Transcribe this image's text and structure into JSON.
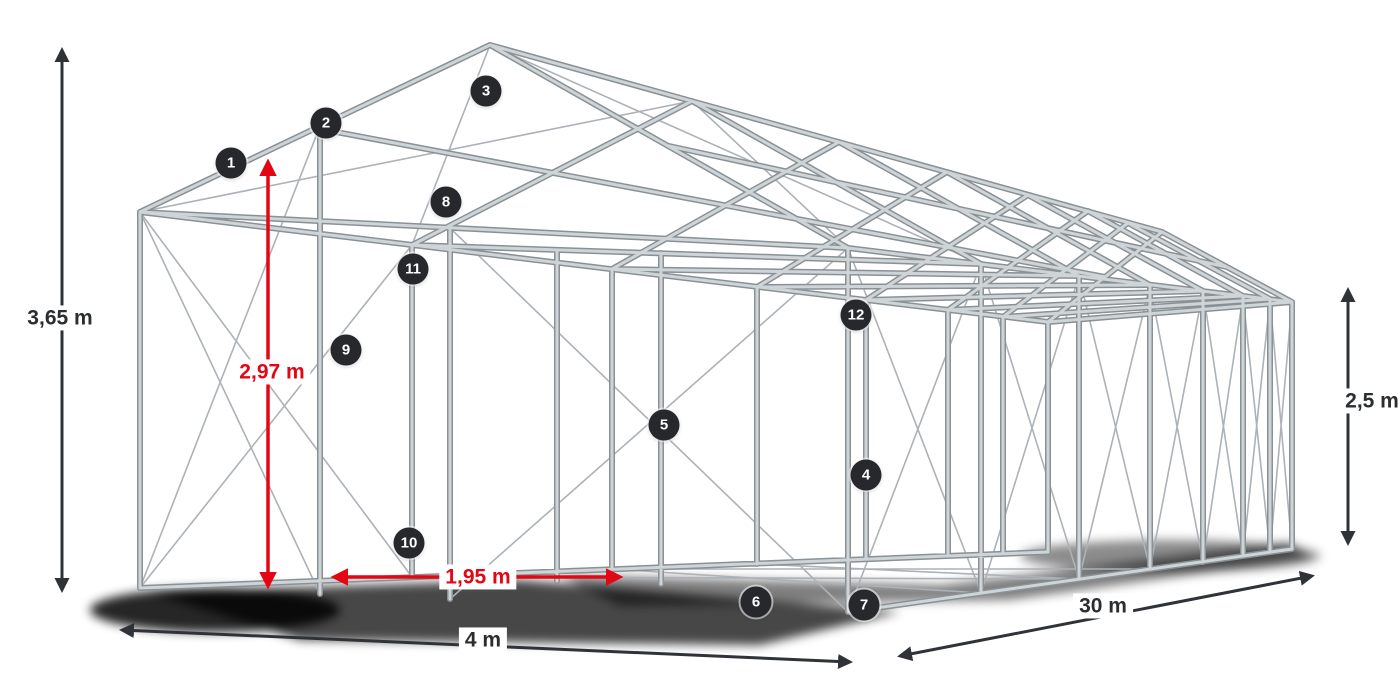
{
  "diagram": {
    "type": "product-construction-diagram",
    "subject": "Storage tent steel frame construction with dimensions",
    "dimensions": {
      "ridge_height": "3,65 m",
      "inner_height": "2,97 m",
      "passage_width": "1,95 m",
      "side_height": "2,5 m",
      "width": "4 m",
      "length": "30 m"
    },
    "callouts": [
      "1",
      "2",
      "3",
      "4",
      "5",
      "6",
      "7",
      "8",
      "9",
      "10",
      "11",
      "12"
    ],
    "colors": {
      "dimension_dark": "#2f3337",
      "dimension_red": "#e30613",
      "badge_background": "#26282b",
      "steel_light": "#cfd4d7",
      "steel_dark": "#8a9196"
    }
  }
}
